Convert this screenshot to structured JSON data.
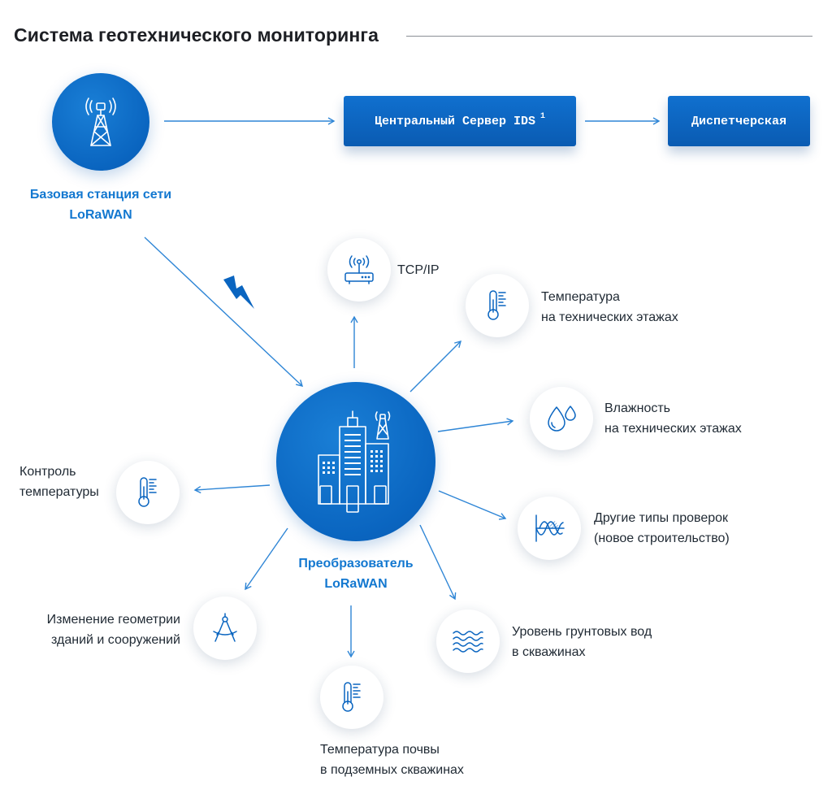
{
  "title": "Система геотехнического мониторинга",
  "colors": {
    "accent": "#0a65c0",
    "accent_text": "#1378d0",
    "line": "#2f86d6",
    "text": "#1f2933"
  },
  "base_station": {
    "label_line1": "Базовая станция сети",
    "label_line2": "LoRaWAN",
    "icon": "antenna-tower-icon"
  },
  "server": {
    "label": "Центральный Сервер IDS",
    "footnote": "1"
  },
  "dispatch": {
    "label": "Диспетчерская"
  },
  "converter": {
    "label_line1": "Преобразователь",
    "label_line2": "LoRaWAN",
    "icon": "buildings-antenna-icon"
  },
  "wireless": {
    "icon": "lightning-bolt-icon"
  },
  "nodes": {
    "tcpip": {
      "line1": "TCP/IP",
      "icon": "router-icon"
    },
    "temp_tech": {
      "line1": "Температура",
      "line2": "на технических этажах",
      "icon": "thermometer-icon"
    },
    "humidity": {
      "line1": "Влажность",
      "line2": "на технических этажах",
      "icon": "water-drops-icon"
    },
    "other_checks": {
      "line1": "Другие типы проверок",
      "line2": "(новое строительство)",
      "icon": "sine-wave-icon"
    },
    "groundwater": {
      "line1": "Уровень грунтовых вод",
      "line2": "в скважинах",
      "icon": "waves-icon"
    },
    "soil_temp": {
      "line1": "Температура почвы",
      "line2": "в подземных скважинах",
      "icon": "thermometer-icon"
    },
    "geometry": {
      "line1": "Изменение геометрии",
      "line2": "зданий и сооружений",
      "icon": "compass-icon"
    },
    "temp_control": {
      "line1": "Контроль",
      "line2": "температуры",
      "icon": "thermometer-icon"
    }
  }
}
